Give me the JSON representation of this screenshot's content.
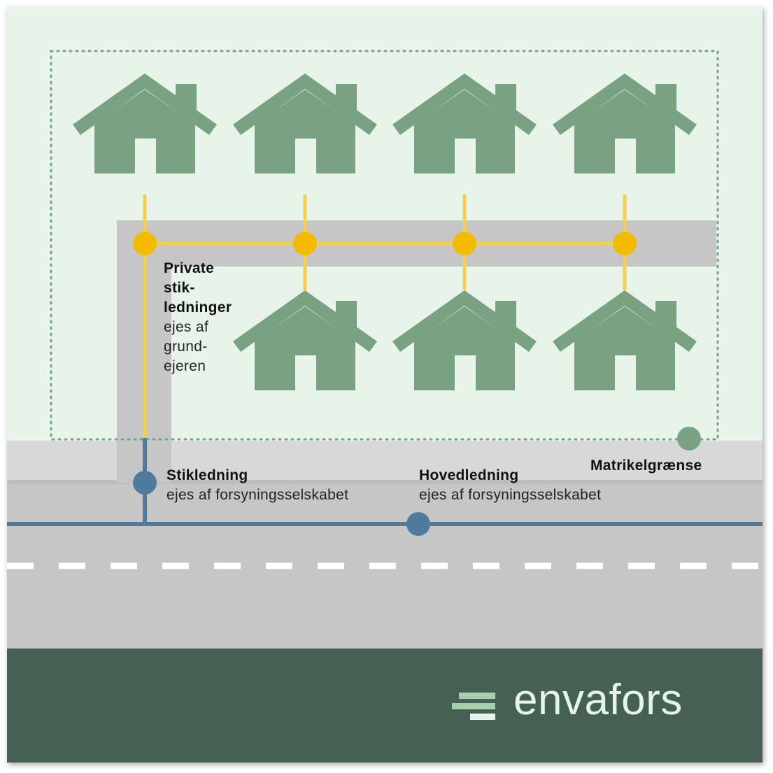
{
  "labels": {
    "private_title": "Private\nstik-\nledninger",
    "private_sub": "ejes af\ngrund-\nejeren",
    "stik_title": "Stikledning",
    "stik_sub": "ejes af forsyningsselskabet",
    "hoved_title": "Hovedledning",
    "hoved_sub": "ejes af forsyningsselskabet",
    "matrikel_title": "Matrikelgrænse"
  },
  "brand": {
    "name": "envafors"
  },
  "icons": {
    "house": "house-icon",
    "logo": "envafors-logo-icon"
  },
  "colors": {
    "lawn": "#e8f3ea",
    "house": "#78a281",
    "private_line": "#f5cf52",
    "private_node": "#f2bb00",
    "utility_line": "#517b9d",
    "boundary": "#78a281",
    "pavement": "#c6c6c6",
    "sidewalk": "#d8d8d8",
    "footer": "#456153",
    "brand_text": "#e8f3e9",
    "logo_light": "#a8cfae"
  }
}
